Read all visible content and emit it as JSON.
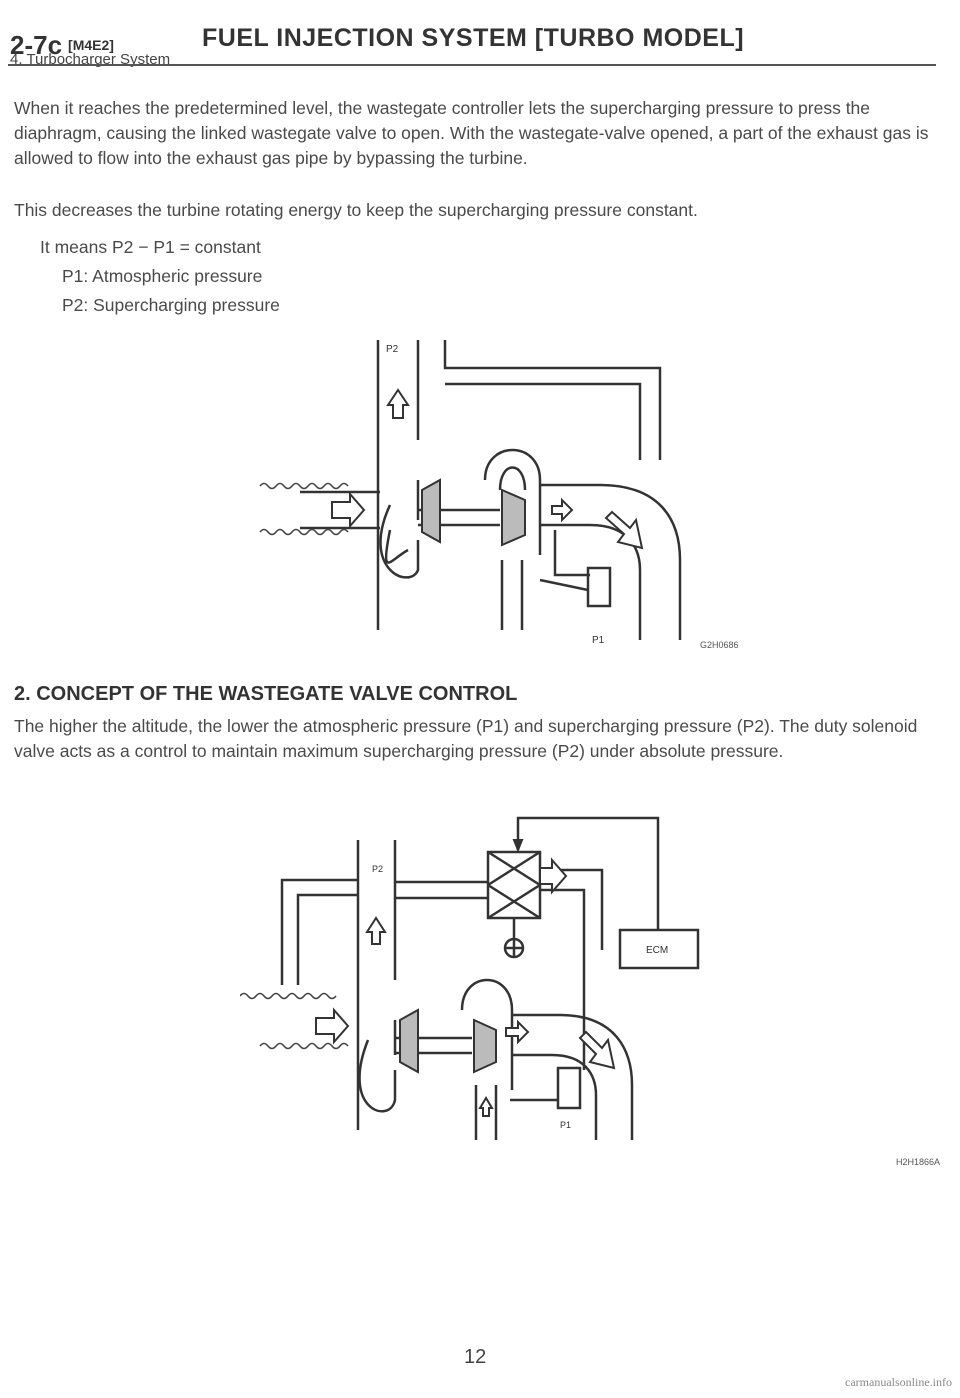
{
  "header": {
    "page_code": "2-7c",
    "model_code": "[M4E2]",
    "title": "FUEL INJECTION SYSTEM [TURBO MODEL]",
    "subtitle": "4. Turbocharger System"
  },
  "body": {
    "para1": "When it reaches the predetermined level, the wastegate controller lets the supercharging pressure to press the diaphragm, causing the linked wastegate valve to open. With the wastegate-valve opened, a part of the exhaust gas is allowed to flow into the exhaust gas pipe by bypassing the turbine.",
    "para2": "This decreases the turbine rotating energy to keep the supercharging pressure constant.",
    "eq_line": "It means P2 − P1 = constant",
    "p1_def": "P1: Atmospheric pressure",
    "p2_def": "P2: Supercharging pressure"
  },
  "figure1": {
    "label_p2": "P2",
    "label_p1": "P1",
    "code": "G2H0686"
  },
  "section2": {
    "heading": "2. CONCEPT OF THE WASTEGATE VALVE CONTROL",
    "text": "The higher the altitude, the lower the atmospheric pressure (P1) and supercharging pressure (P2). The duty solenoid valve acts as a control to maintain maximum supercharging pressure (P2) under absolute pressure."
  },
  "figure2": {
    "label_p2": "P2",
    "label_p1": "P1",
    "ecm_label": "ECM",
    "code": "H2H1866A"
  },
  "page_number": "12",
  "footer": "carmanualsonline.info"
}
